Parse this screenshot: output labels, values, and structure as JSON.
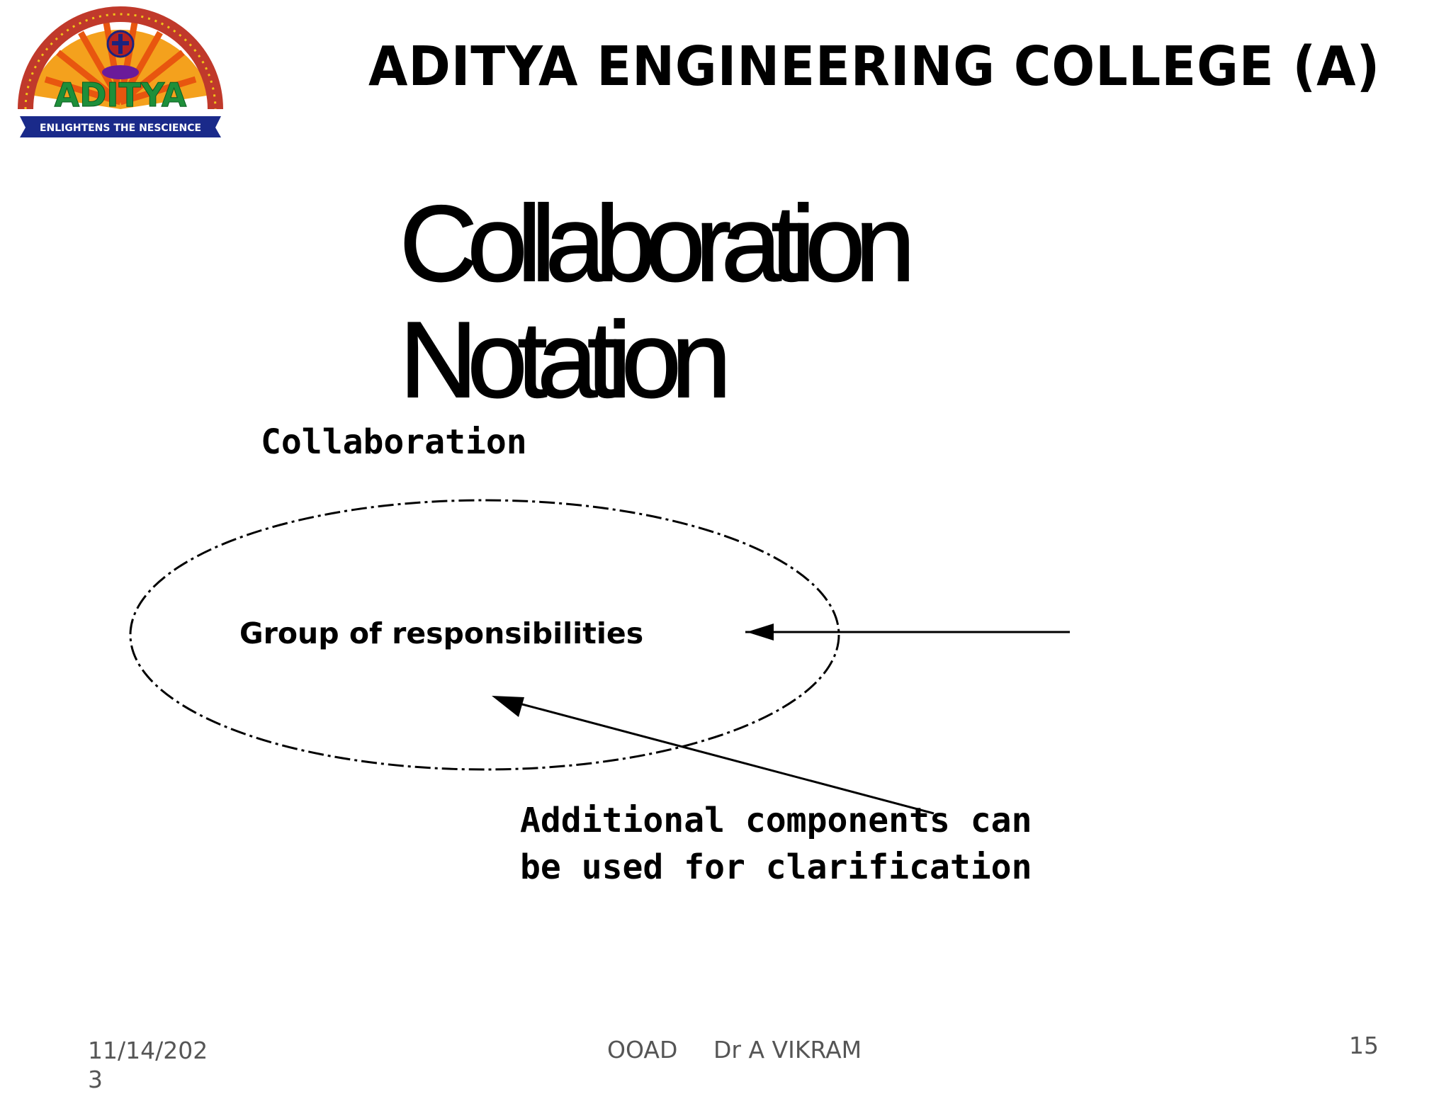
{
  "header": {
    "college_name": "ADITYA ENGINEERING COLLEGE (A)",
    "logo": {
      "name": "ADITYA",
      "tagline": "ENLIGHTENS THE NESCIENCE"
    }
  },
  "slide": {
    "title_line1": "Collaboration",
    "title_line2": "Notation"
  },
  "diagram": {
    "label_top": "Collaboration",
    "ellipse_text": "Group of responsibilities",
    "note_line1": "Additional components can",
    "note_line2": "be used for clarification"
  },
  "footer": {
    "date": "11/14/2023",
    "course": "OOAD",
    "author": "Dr A VIKRAM",
    "page": "15"
  }
}
